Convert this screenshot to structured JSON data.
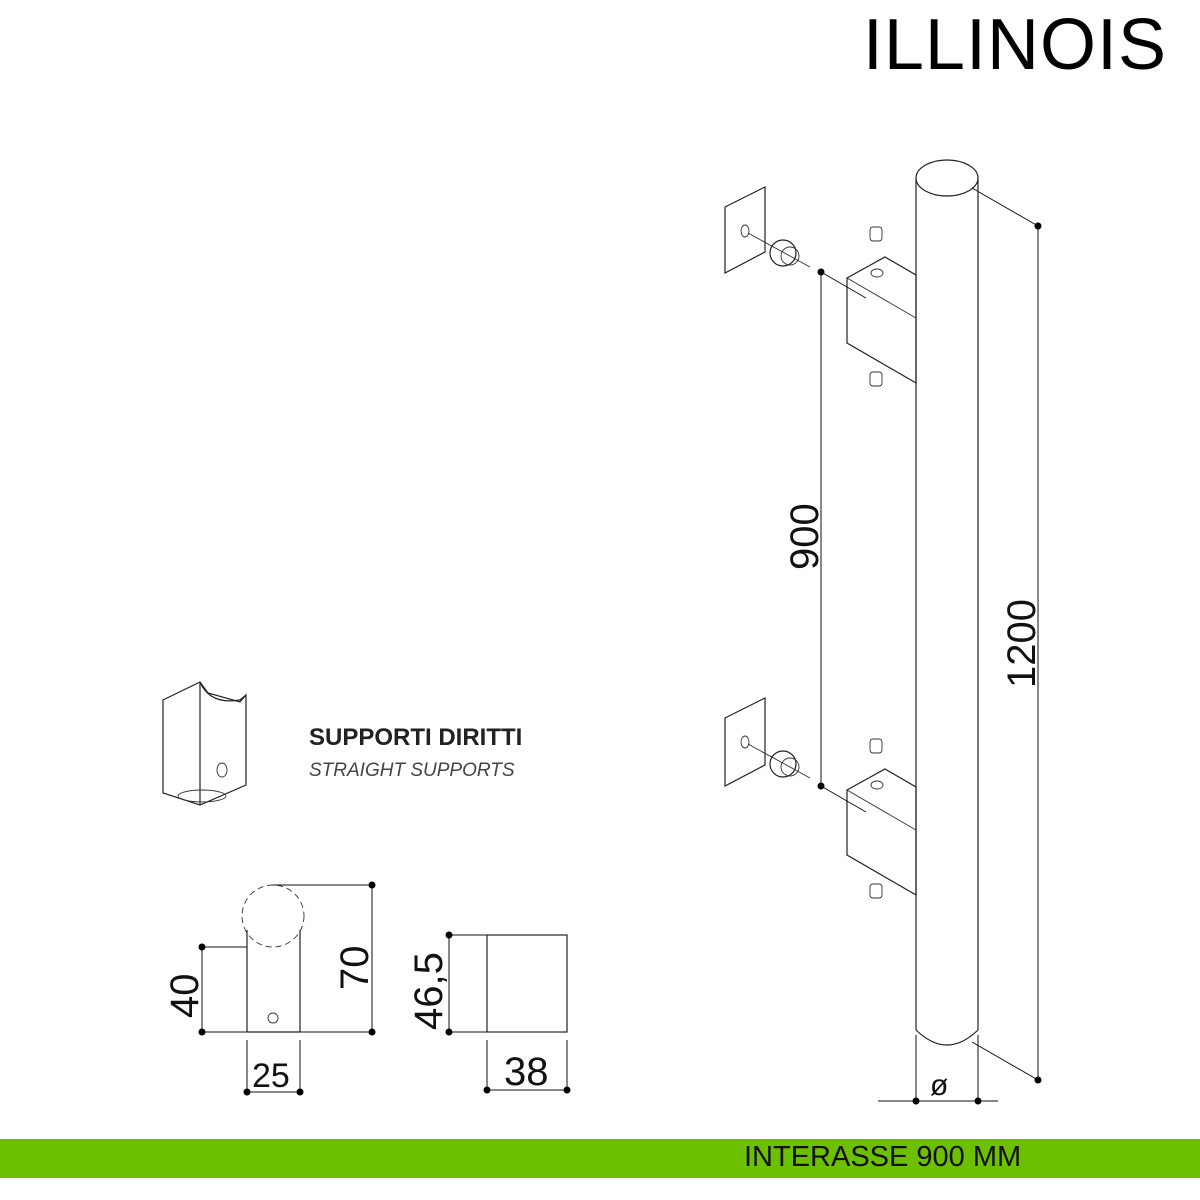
{
  "title": "ILLINOIS",
  "support": {
    "heading": "SUPPORTI DIRITTI",
    "subheading": "STRAIGHT SUPPORTS"
  },
  "dimensions": {
    "center_distance": "900",
    "length": "1200",
    "diameter": "ø",
    "support_height_hole": "40",
    "support_height_total": "70",
    "support_width": "25",
    "support_depth": "38",
    "support_height_side": "46,5"
  },
  "footer": {
    "label": "INTERASSE 900 MM",
    "color": "#6cc000"
  }
}
